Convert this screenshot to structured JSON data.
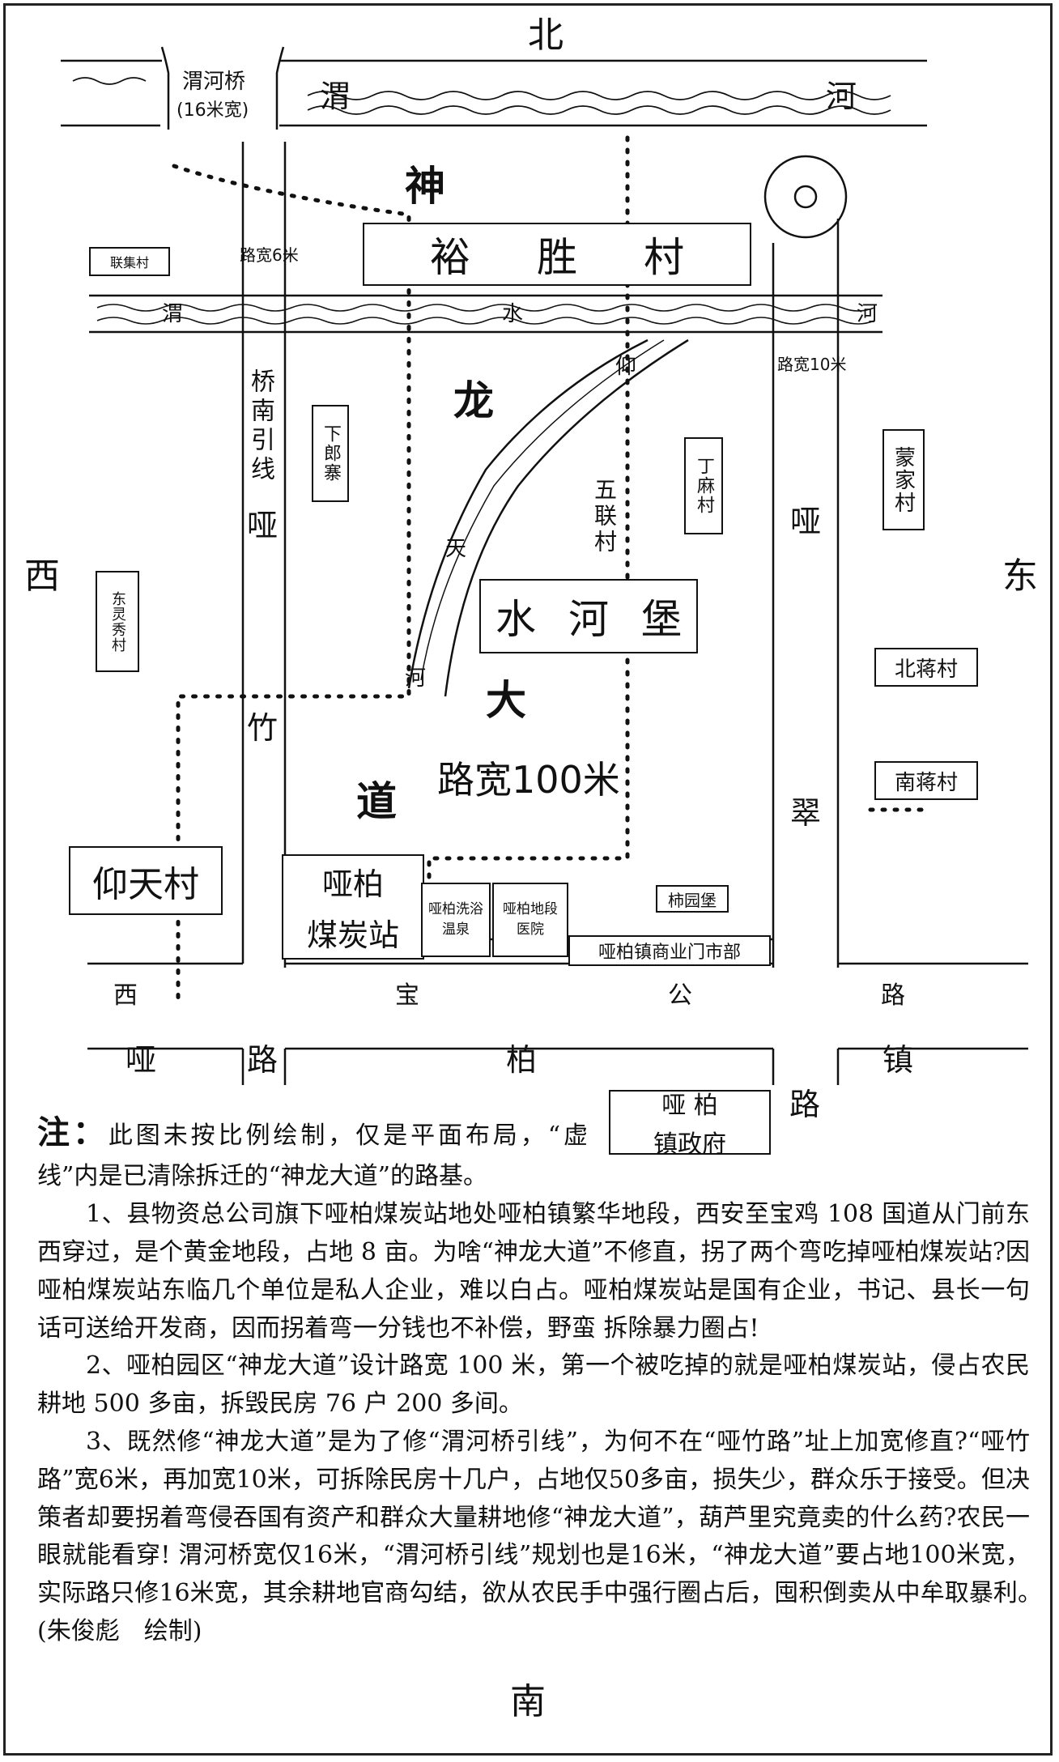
{
  "compass": {
    "north": "北",
    "south": "南",
    "west": "西",
    "east": "东"
  },
  "rivers": {
    "wei_top": [
      "渭",
      "河"
    ],
    "shui": [
      "渭",
      "水",
      "河"
    ],
    "yangtian": [
      "仰",
      "天",
      "河"
    ]
  },
  "bridge": {
    "name": "渭河桥",
    "width": "(16米宽)"
  },
  "road_widths": {
    "west_road": "路宽6米",
    "east_road": "路宽10米",
    "avenue": "路宽100米"
  },
  "roads": {
    "bridge_line": [
      "桥",
      "南",
      "引",
      "线"
    ],
    "yazhu": [
      "哑",
      "竹"
    ],
    "yacui": [
      "哑",
      "翠"
    ],
    "shenlong": [
      "神",
      "龙",
      "大",
      "道"
    ],
    "xibao": [
      "西",
      "宝",
      "公",
      "路"
    ],
    "yabai_town_road": [
      "哑",
      "路",
      "柏",
      "路",
      "镇"
    ]
  },
  "places": {
    "yusheng": [
      "裕",
      "胜",
      "村"
    ],
    "lianji": "联集村",
    "xialangzhai": "下郎寨",
    "wulian": "五联村",
    "dingma": "丁麻村",
    "mengjia": "蒙家村",
    "dongling": "东灵秀村",
    "shuihebao": [
      "水",
      "河",
      "堡"
    ],
    "beijiang": "北蒋村",
    "nanjiang": "南蒋村",
    "yangtian_village": "仰天村",
    "coal_station": [
      "哑柏",
      "煤炭站"
    ],
    "bath": "哑柏洗浴温泉",
    "clinic": "哑柏地段医院",
    "shiyuanbao": "柿园堡",
    "commerce": "哑柏镇商业门市部",
    "gov": [
      "哑 柏",
      "镇政府"
    ]
  },
  "note": {
    "label": "注：",
    "intro": "此图未按比例绘制，仅是平面布局，“虚线”内是已清除拆迁的“神龙大道”的路基。",
    "p1": "1、县物资总公司旗下哑柏煤炭站地处哑柏镇繁华地段，西安至宝鸡 108 国道从门前东西穿过，是个黄金地段，占地 8 亩。为啥“神龙大道”不修直，拐了两个弯吃掉哑柏煤炭站?因哑柏煤炭站东临几个单位是私人企业，难以白占。哑柏煤炭站是国有企业，书记、县长一句话可送给开发商，因而拐着弯一分钱也不补偿，野蛮 拆除暴力圈占!",
    "p2": "2、哑柏园区“神龙大道”设计路宽 100 米，第一个被吃掉的就是哑柏煤炭站，侵占农民耕地 500 多亩，拆毁民房 76 户 200 多间。",
    "p3": "3、既然修“神龙大道”是为了修“渭河桥引线”，为何不在“哑竹路”址上加宽修直?“哑竹路”宽6米，再加宽10米，可拆除民房十几户，占地仅50多亩，损失少，群众乐于接受。但决策者却要拐着弯侵吞国有资产和群众大量耕地修“神龙大道”，葫芦里究竟卖的什么药?农民一眼就能看穿! 渭河桥宽仅16米，“渭河桥引线”规划也是16米，“神龙大道”要占地100米宽，实际路只修16米宽，其余耕地官商勾结，欲从农民手中强行圈占后，囤积倒卖从中牟取暴利。",
    "credit": "(朱俊彪　绘制)"
  }
}
